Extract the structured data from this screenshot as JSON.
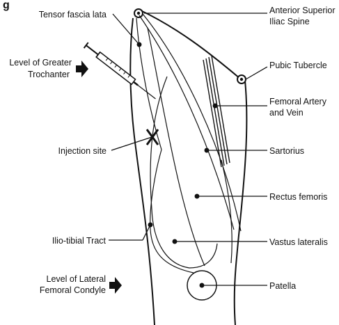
{
  "corner_mark": "g",
  "labels": {
    "tensor_fascia_lata": "Tensor fascia lata",
    "asis_line1": "Anterior Superior",
    "asis_line2": "Iliac Spine",
    "greater_trochanter_line1": "Level of Greater",
    "greater_trochanter_line2": "Trochanter",
    "pubic_tubercle": "Pubic Tubercle",
    "femoral_line1": "Femoral Artery",
    "femoral_line2": "and Vein",
    "injection_site": "Injection site",
    "sartorius": "Sartorius",
    "rectus_femoris": "Rectus femoris",
    "iliotibial_tract": "Ilio-tibial Tract",
    "vastus_lateralis": "Vastus lateralis",
    "lateral_condyle_line1": "Level of Lateral",
    "lateral_condyle_line2": "Femoral Condyle",
    "patella": "Patella"
  },
  "colors": {
    "ink": "#111111",
    "background": "#ffffff"
  }
}
